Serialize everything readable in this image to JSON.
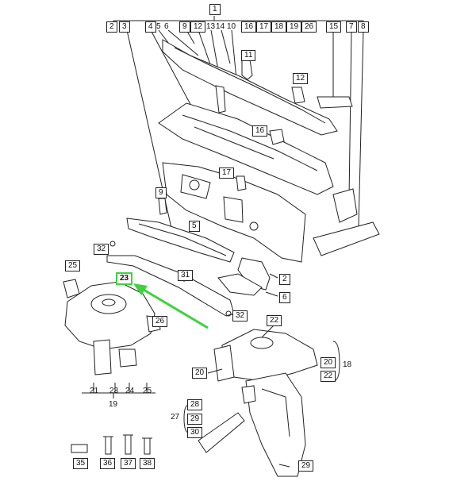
{
  "diagram": {
    "top_callouts": [
      "1",
      "2",
      "3",
      "4",
      "5",
      "6",
      "9",
      "12",
      "13",
      "14",
      "10",
      "16",
      "17",
      "18",
      "19",
      "26",
      "15",
      "7",
      "8"
    ],
    "part_labels": {
      "p11": "11",
      "p12": "12",
      "p16": "16",
      "p17": "17",
      "p9": "9",
      "p5": "5",
      "p2": "2",
      "p6": "6",
      "p32a": "32",
      "p31": "31",
      "p25a": "25",
      "p23": "23",
      "p26": "26",
      "p32b": "32",
      "p22": "22",
      "p20a": "20",
      "p20b": "20",
      "p18": "18",
      "p22b": "22",
      "p21": "21",
      "p23b": "23",
      "p24": "24",
      "p25b": "25",
      "p19": "19",
      "p28": "28",
      "p27": "27",
      "p29a": "29",
      "p30": "30",
      "p29b": "29",
      "p35": "35",
      "p36": "36",
      "p37": "37",
      "p38": "38"
    },
    "highlight_color": "#3fd23f",
    "highlighted_part": "23"
  }
}
